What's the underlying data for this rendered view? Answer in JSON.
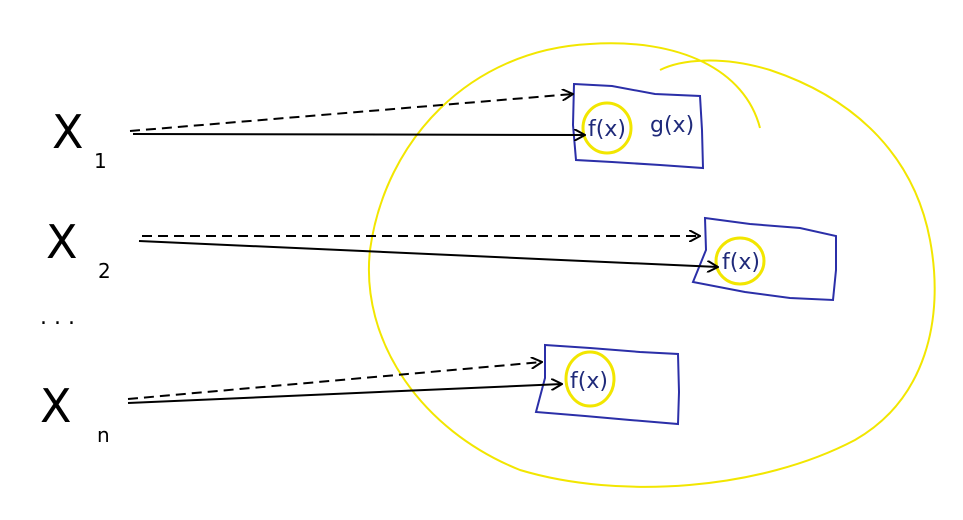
{
  "inputs": [
    {
      "symbol": "X",
      "subscript": "1"
    },
    {
      "symbol": "X",
      "subscript": "2"
    },
    {
      "symbol": "X",
      "subscript": "n"
    }
  ],
  "ellipsis": ". . .",
  "boxes": [
    {
      "labels": [
        "f(x)",
        "g(x)"
      ]
    },
    {
      "labels": [
        "f(x)"
      ]
    },
    {
      "labels": [
        "f(x)"
      ]
    }
  ],
  "colors": {
    "outer_region": "#f2e600",
    "box_border": "#2b2fa8",
    "inner_highlight": "#f2e600",
    "arrows": "#000000"
  }
}
